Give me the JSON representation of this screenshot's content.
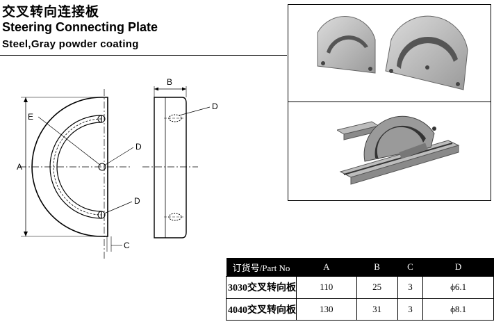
{
  "header": {
    "title_cn": "交叉转向连接板",
    "title_en": "Steering Connecting Plate",
    "subtitle": "Steel,Gray powder coating"
  },
  "drawing": {
    "labels": {
      "A": "A",
      "B": "B",
      "C": "C",
      "D": "D",
      "E": "E"
    }
  },
  "photos": {
    "top": "two steering plates",
    "bottom": "steering plate mounted on aluminum profiles"
  },
  "table": {
    "columns": [
      "订货号/Part No",
      "A",
      "B",
      "C",
      "D"
    ],
    "rows": [
      [
        "3030交叉转向板",
        "110",
        "25",
        "3",
        "ϕ6.1"
      ],
      [
        "4040交叉转向板",
        "130",
        "31",
        "3",
        "ϕ8.1"
      ]
    ]
  },
  "colors": {
    "line": "#000000",
    "metal_light": "#c9c9c9",
    "metal_dark": "#8a8a8a"
  }
}
